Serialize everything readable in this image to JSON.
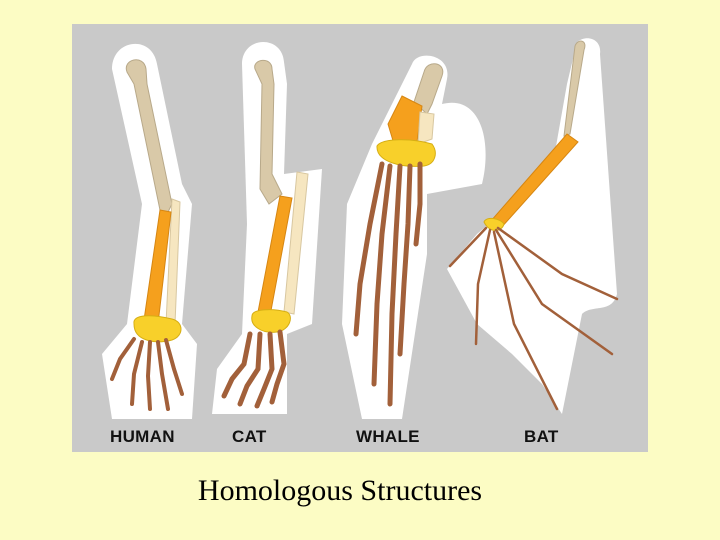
{
  "labels": {
    "human": "HUMAN",
    "cat": "CAT",
    "whale": "WHALE",
    "bat": "BAT"
  },
  "caption": "Homologous Structures",
  "colors": {
    "page_background": "#fcfcc4",
    "figure_background": "#c9c9c9",
    "humerus": "#d9c9a8",
    "radius": "#f5a01d",
    "ulna": "#f6e6c0",
    "carpals": "#f8d02a",
    "phalanges": "#a2603a"
  }
}
